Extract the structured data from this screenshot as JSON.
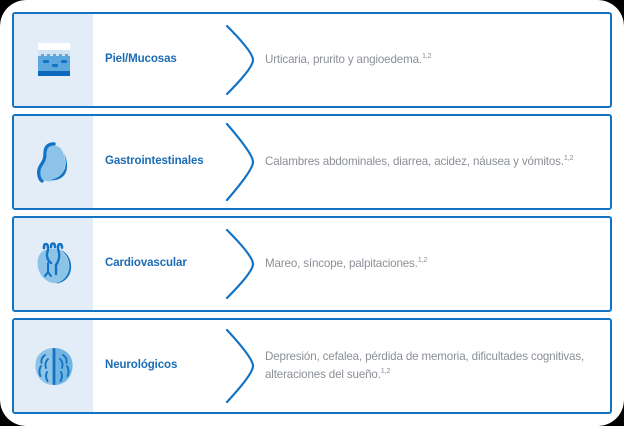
{
  "colors": {
    "border_blue": "#1273c4",
    "label_blue": "#1b6cb5",
    "icon_panel_bg": "#e3edf7",
    "body_text_grey": "#8b9097",
    "icon_light": "#8ec3e8",
    "icon_dark": "#1273c4",
    "page_bg": "#ffffff",
    "frame": "#000000"
  },
  "rows": [
    {
      "id": "piel-mucosas",
      "icon": "skin-layers-icon",
      "label": "Piel/Mucosas",
      "description": "Urticaria, prurito y angioedema.",
      "citation": "1,2"
    },
    {
      "id": "gastrointestinales",
      "icon": "stomach-icon",
      "label": "Gastrointestinales",
      "description": "Calambres abdominales, diarrea, acidez, náusea y vómitos.",
      "citation": "1,2"
    },
    {
      "id": "cardiovascular",
      "icon": "heart-icon",
      "label": "Cardiovascular",
      "description": "Mareo, síncope, palpitaciones.",
      "citation": "1,2"
    },
    {
      "id": "neurologicos",
      "icon": "brain-icon",
      "label": "Neurológicos",
      "description": "Depresión, cefalea, pérdida de memoria, dificultades cognitivas, alteraciones del sueño.",
      "citation": "1,2"
    }
  ]
}
